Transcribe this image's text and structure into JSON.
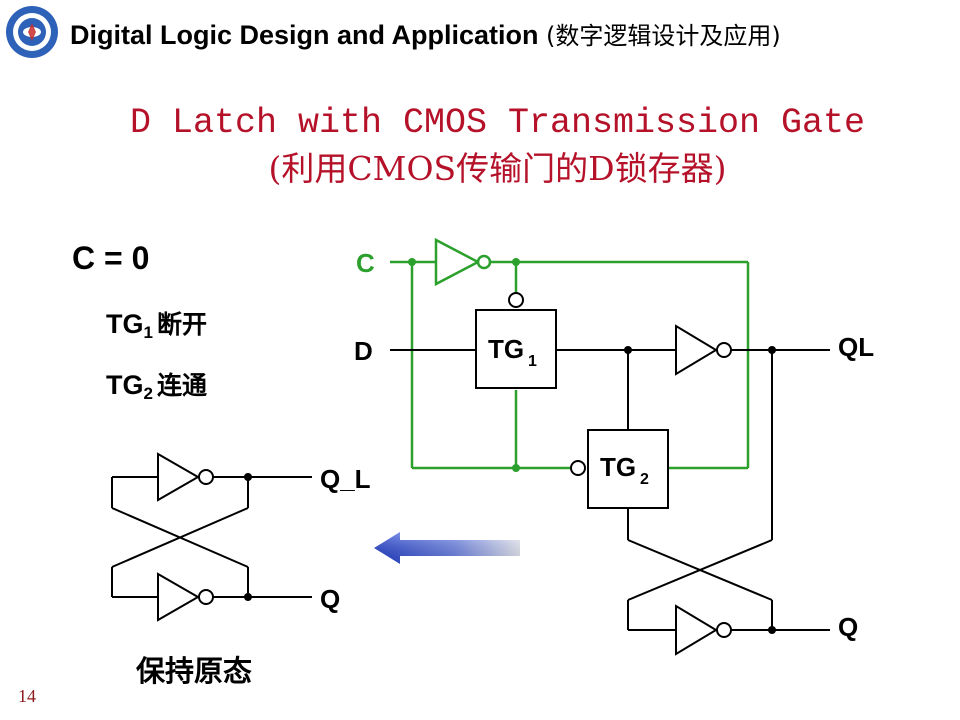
{
  "header": {
    "course_title": "Digital Logic Design and Application",
    "course_title_cn": "(数字逻辑设计及应用)"
  },
  "slide": {
    "title_line1": "D Latch with CMOS Transmission Gate",
    "title_line2": "(利用CMOS传输门的D锁存器)",
    "page_number": "14"
  },
  "conditions": {
    "c_eq": "C = 0",
    "tg1_name": "TG",
    "tg1_sub": "1",
    "tg1_state": "断开",
    "tg2_name": "TG",
    "tg2_sub": "2",
    "tg2_state": "连通"
  },
  "circuit": {
    "input_c": "C",
    "input_d": "D",
    "output_ql": "QL",
    "output_q": "Q",
    "tg1_name": "TG",
    "tg1_sub": "1",
    "tg2_name": "TG",
    "tg2_sub": "2"
  },
  "equivalent": {
    "output_q_l": "Q_L",
    "output_q": "Q",
    "caption": "保持原态"
  },
  "colors": {
    "title": "#b5122a",
    "control_wire": "#2ca02c",
    "arrow": "#1f3fd6"
  }
}
